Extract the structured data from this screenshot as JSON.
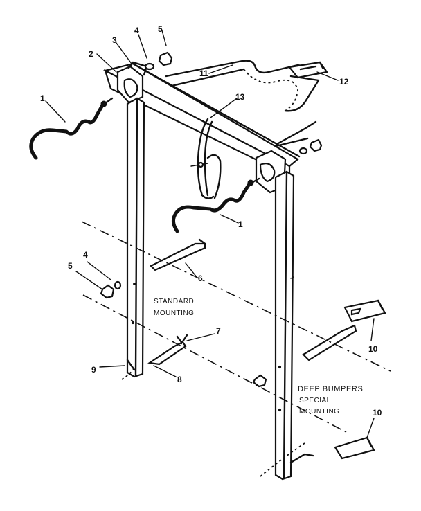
{
  "callouts": {
    "c1a": "1",
    "c1b": "1",
    "c2": "2",
    "c3": "3",
    "c4a": "4",
    "c4b": "4",
    "c5a": "5",
    "c5b": "5",
    "c6": "6",
    "c7": "7",
    "c8": "8",
    "c9": "9",
    "c10a": "10",
    "c10b": "10",
    "c11": "11",
    "c12": "12",
    "c13": "13"
  },
  "notes": {
    "standard_line1": "STANDARD",
    "standard_line2": "MOUNTING",
    "deep_line1": "DEEP BUMPERS",
    "deep_line2": "SPECIAL",
    "deep_line3": "MOUNTING"
  }
}
